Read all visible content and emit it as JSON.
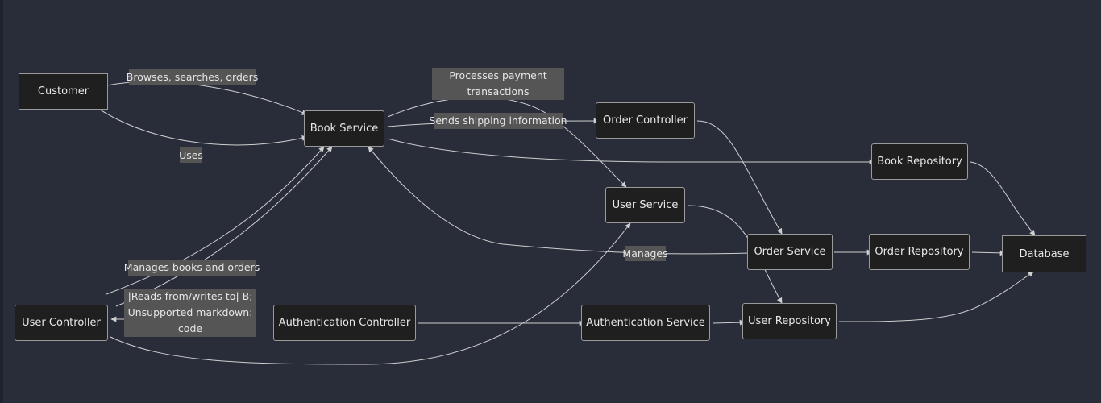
{
  "colors": {
    "background": "#292d3a",
    "node_fill": "#1f1f1f",
    "node_border": "#9a9a9a",
    "edge": "#d0d0d0",
    "label_fill": "#555555"
  },
  "nodes": {
    "customer": "Customer",
    "book_service": "Book Service",
    "order_controller": "Order Controller",
    "book_repository": "Book Repository",
    "user_service": "User Service",
    "order_service": "Order Service",
    "order_repository": "Order Repository",
    "database": "Database",
    "user_controller": "User Controller",
    "authentication_controller": "Authentication Controller",
    "authentication_service": "Authentication Service",
    "user_repository": "User Repository"
  },
  "edge_labels": {
    "browses": "Browses, searches, orders",
    "uses": "Uses",
    "processes_line1": "Processes payment",
    "processes_line2": "transactions",
    "sends_shipping": "Sends shipping information",
    "manages": "Manages",
    "manages_books_orders": "Manages books and orders",
    "reads_line1": "|Reads from/writes to| B;",
    "reads_line2": "Unsupported markdown:",
    "reads_line3": "code"
  }
}
